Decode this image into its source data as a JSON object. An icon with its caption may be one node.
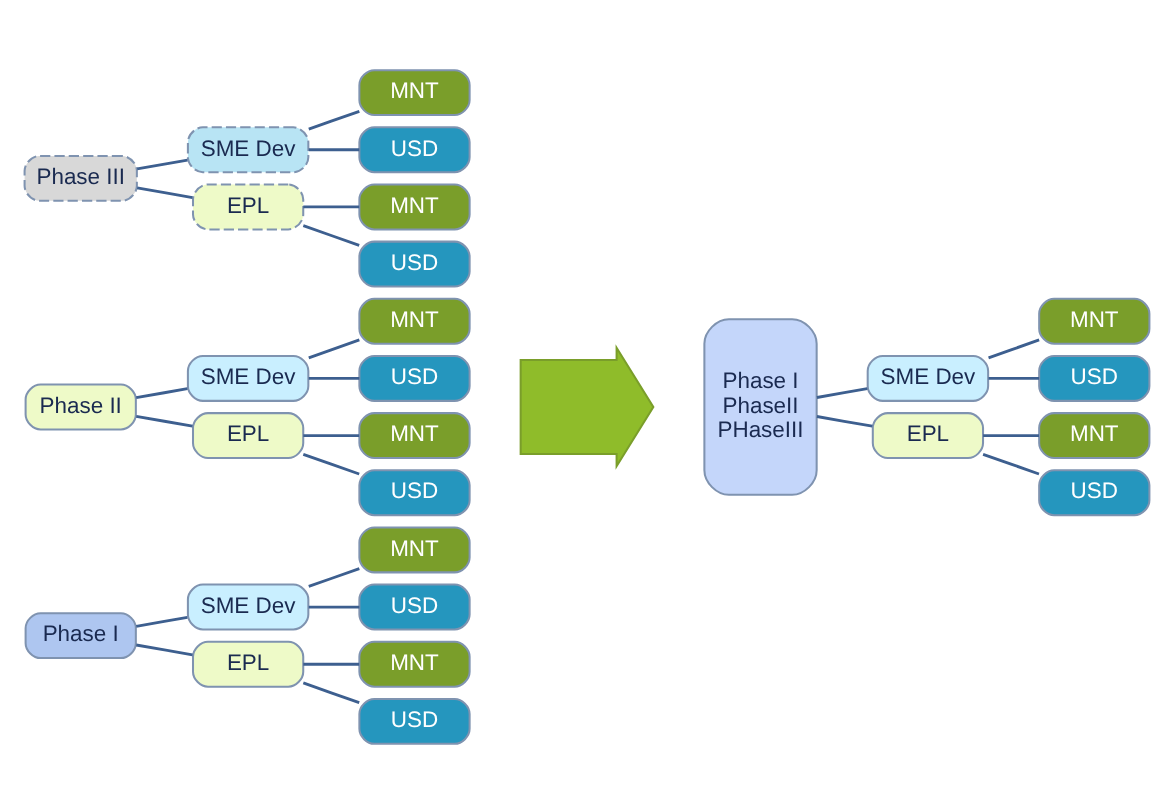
{
  "diagram": {
    "nodes": [
      {
        "text": [
          "Phase I"
        ]
      },
      {
        "text": [
          "SME Dev"
        ]
      },
      {
        "text": [
          "MNT"
        ]
      },
      {
        "text": [
          "USD"
        ]
      },
      {
        "text": [
          "EPL"
        ]
      },
      {
        "text": [
          "MNT"
        ]
      },
      {
        "text": [
          "USD"
        ]
      },
      {
        "text": [
          "Phase II"
        ]
      },
      {
        "text": [
          "SME Dev"
        ]
      },
      {
        "text": [
          "MNT"
        ]
      },
      {
        "text": [
          "USD"
        ]
      },
      {
        "text": [
          "EPL"
        ]
      },
      {
        "text": [
          "MNT"
        ]
      },
      {
        "text": [
          "USD"
        ]
      },
      {
        "text": [
          "Phase III"
        ]
      },
      {
        "text": [
          "SME Dev"
        ]
      },
      {
        "text": [
          "MNT"
        ]
      },
      {
        "text": [
          "USD"
        ]
      },
      {
        "text": [
          "EPL"
        ]
      },
      {
        "text": [
          "MNT"
        ]
      },
      {
        "text": [
          "USD"
        ]
      },
      {
        "text": [],
        "shape": "arrow"
      },
      {
        "text": [
          "Phase I",
          "PhaseII",
          "PHaseIII"
        ]
      },
      {
        "text": [
          "SME Dev"
        ]
      },
      {
        "text": [
          "MNT"
        ]
      },
      {
        "text": [
          "USD"
        ]
      },
      {
        "text": [
          "EPL"
        ]
      },
      {
        "text": [
          "MNT"
        ]
      },
      {
        "text": [
          "USD"
        ]
      }
    ],
    "edges": [
      {
        "from": 0,
        "to": 1,
        "arrow": "none"
      },
      {
        "from": 1,
        "to": 2,
        "arrow": "none"
      },
      {
        "from": 1,
        "to": 3,
        "arrow": "none"
      },
      {
        "from": 0,
        "to": 4,
        "arrow": "none"
      },
      {
        "from": 4,
        "to": 5,
        "arrow": "none"
      },
      {
        "from": 4,
        "to": 6,
        "arrow": "none"
      },
      {
        "from": 7,
        "to": 8,
        "arrow": "none"
      },
      {
        "from": 8,
        "to": 9,
        "arrow": "none"
      },
      {
        "from": 8,
        "to": 10,
        "arrow": "none"
      },
      {
        "from": 7,
        "to": 11,
        "arrow": "none"
      },
      {
        "from": 11,
        "to": 12,
        "arrow": "none"
      },
      {
        "from": 11,
        "to": 13,
        "arrow": "none"
      },
      {
        "from": 14,
        "to": 15,
        "arrow": "none"
      },
      {
        "from": 15,
        "to": 16,
        "arrow": "none"
      },
      {
        "from": 15,
        "to": 17,
        "arrow": "none"
      },
      {
        "from": 14,
        "to": 18,
        "arrow": "none"
      },
      {
        "from": 18,
        "to": 19,
        "arrow": "none"
      },
      {
        "from": 18,
        "to": 20,
        "arrow": "none"
      },
      {
        "from": 22,
        "to": 23,
        "arrow": "none"
      },
      {
        "from": 23,
        "to": 24,
        "arrow": "none"
      },
      {
        "from": 23,
        "to": 25,
        "arrow": "none"
      },
      {
        "from": 22,
        "to": 26,
        "arrow": "none"
      },
      {
        "from": 26,
        "to": 27,
        "arrow": "none"
      },
      {
        "from": 26,
        "to": 28,
        "arrow": "none"
      }
    ]
  }
}
